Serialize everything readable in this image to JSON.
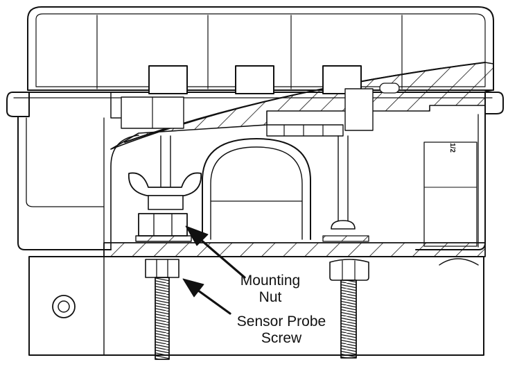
{
  "labels": {
    "mounting_nut_line1": "Mounting",
    "mounting_nut_line2": "Nut",
    "sensor_screw_line1": "Sensor Probe",
    "sensor_screw_line2": "Screw"
  },
  "side_mark": "1/2",
  "colors": {
    "line": "#111111",
    "background": "#ffffff"
  }
}
